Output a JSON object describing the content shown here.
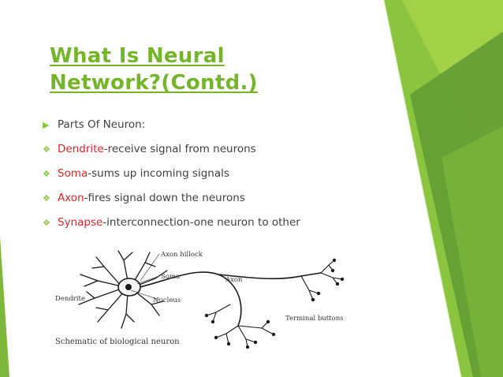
{
  "slide": {
    "title_line1": "What Is Neural",
    "title_line2": "Network?(Contd.)",
    "bullets": [
      {
        "icon": "arrow-bullet-icon",
        "keyword": "",
        "text": "Parts Of Neuron:"
      },
      {
        "icon": "diamond-bullet-icon",
        "keyword": "Dendrite",
        "text": "-receive signal from neurons"
      },
      {
        "icon": "diamond-bullet-icon",
        "keyword": "Soma",
        "text": "-sums up incoming signals"
      },
      {
        "icon": "diamond-bullet-icon",
        "keyword": "Axon",
        "text": "-fires signal down the neurons"
      },
      {
        "icon": "diamond-bullet-icon",
        "keyword": "Synapse",
        "text": "-interconnection-one neuron to other"
      }
    ],
    "figure": {
      "labels": {
        "axon_hillock": "Axon hillock",
        "soma": "Soma",
        "axon": "Axon",
        "dendrite": "Dendrite",
        "nucleus": "Nucleus",
        "terminal_buttons": "Terminal buttons"
      },
      "caption": "Schematic of biological neuron"
    }
  },
  "colors": {
    "title": "#75b52a",
    "keyword": "#d8262a",
    "body_text": "#404040",
    "accent_green_light": "#9bcc3c",
    "accent_green_dark": "#5f9a32"
  }
}
